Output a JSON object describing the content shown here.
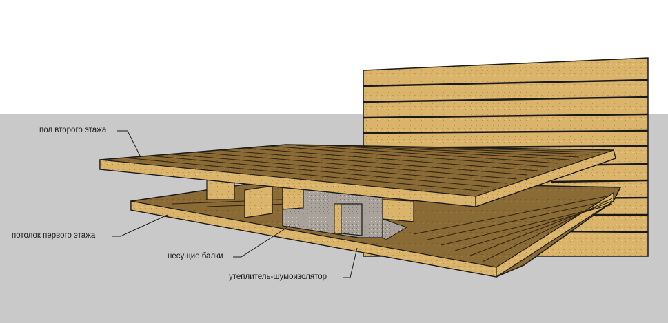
{
  "labels": {
    "second_floor": "пол второго этажа",
    "first_ceiling": "потолок первого этажа",
    "beams": "несущие балки",
    "insulation": "утеплитель-шумоизолятор"
  },
  "colors": {
    "sky": "#ffffff",
    "ground": "#c9c9c9",
    "osb": "#d9b46a",
    "osb_dark": "#a9823f",
    "joist_side": "#6b5028",
    "insulation": "#a8a29a",
    "line": "#1a1a1a"
  }
}
